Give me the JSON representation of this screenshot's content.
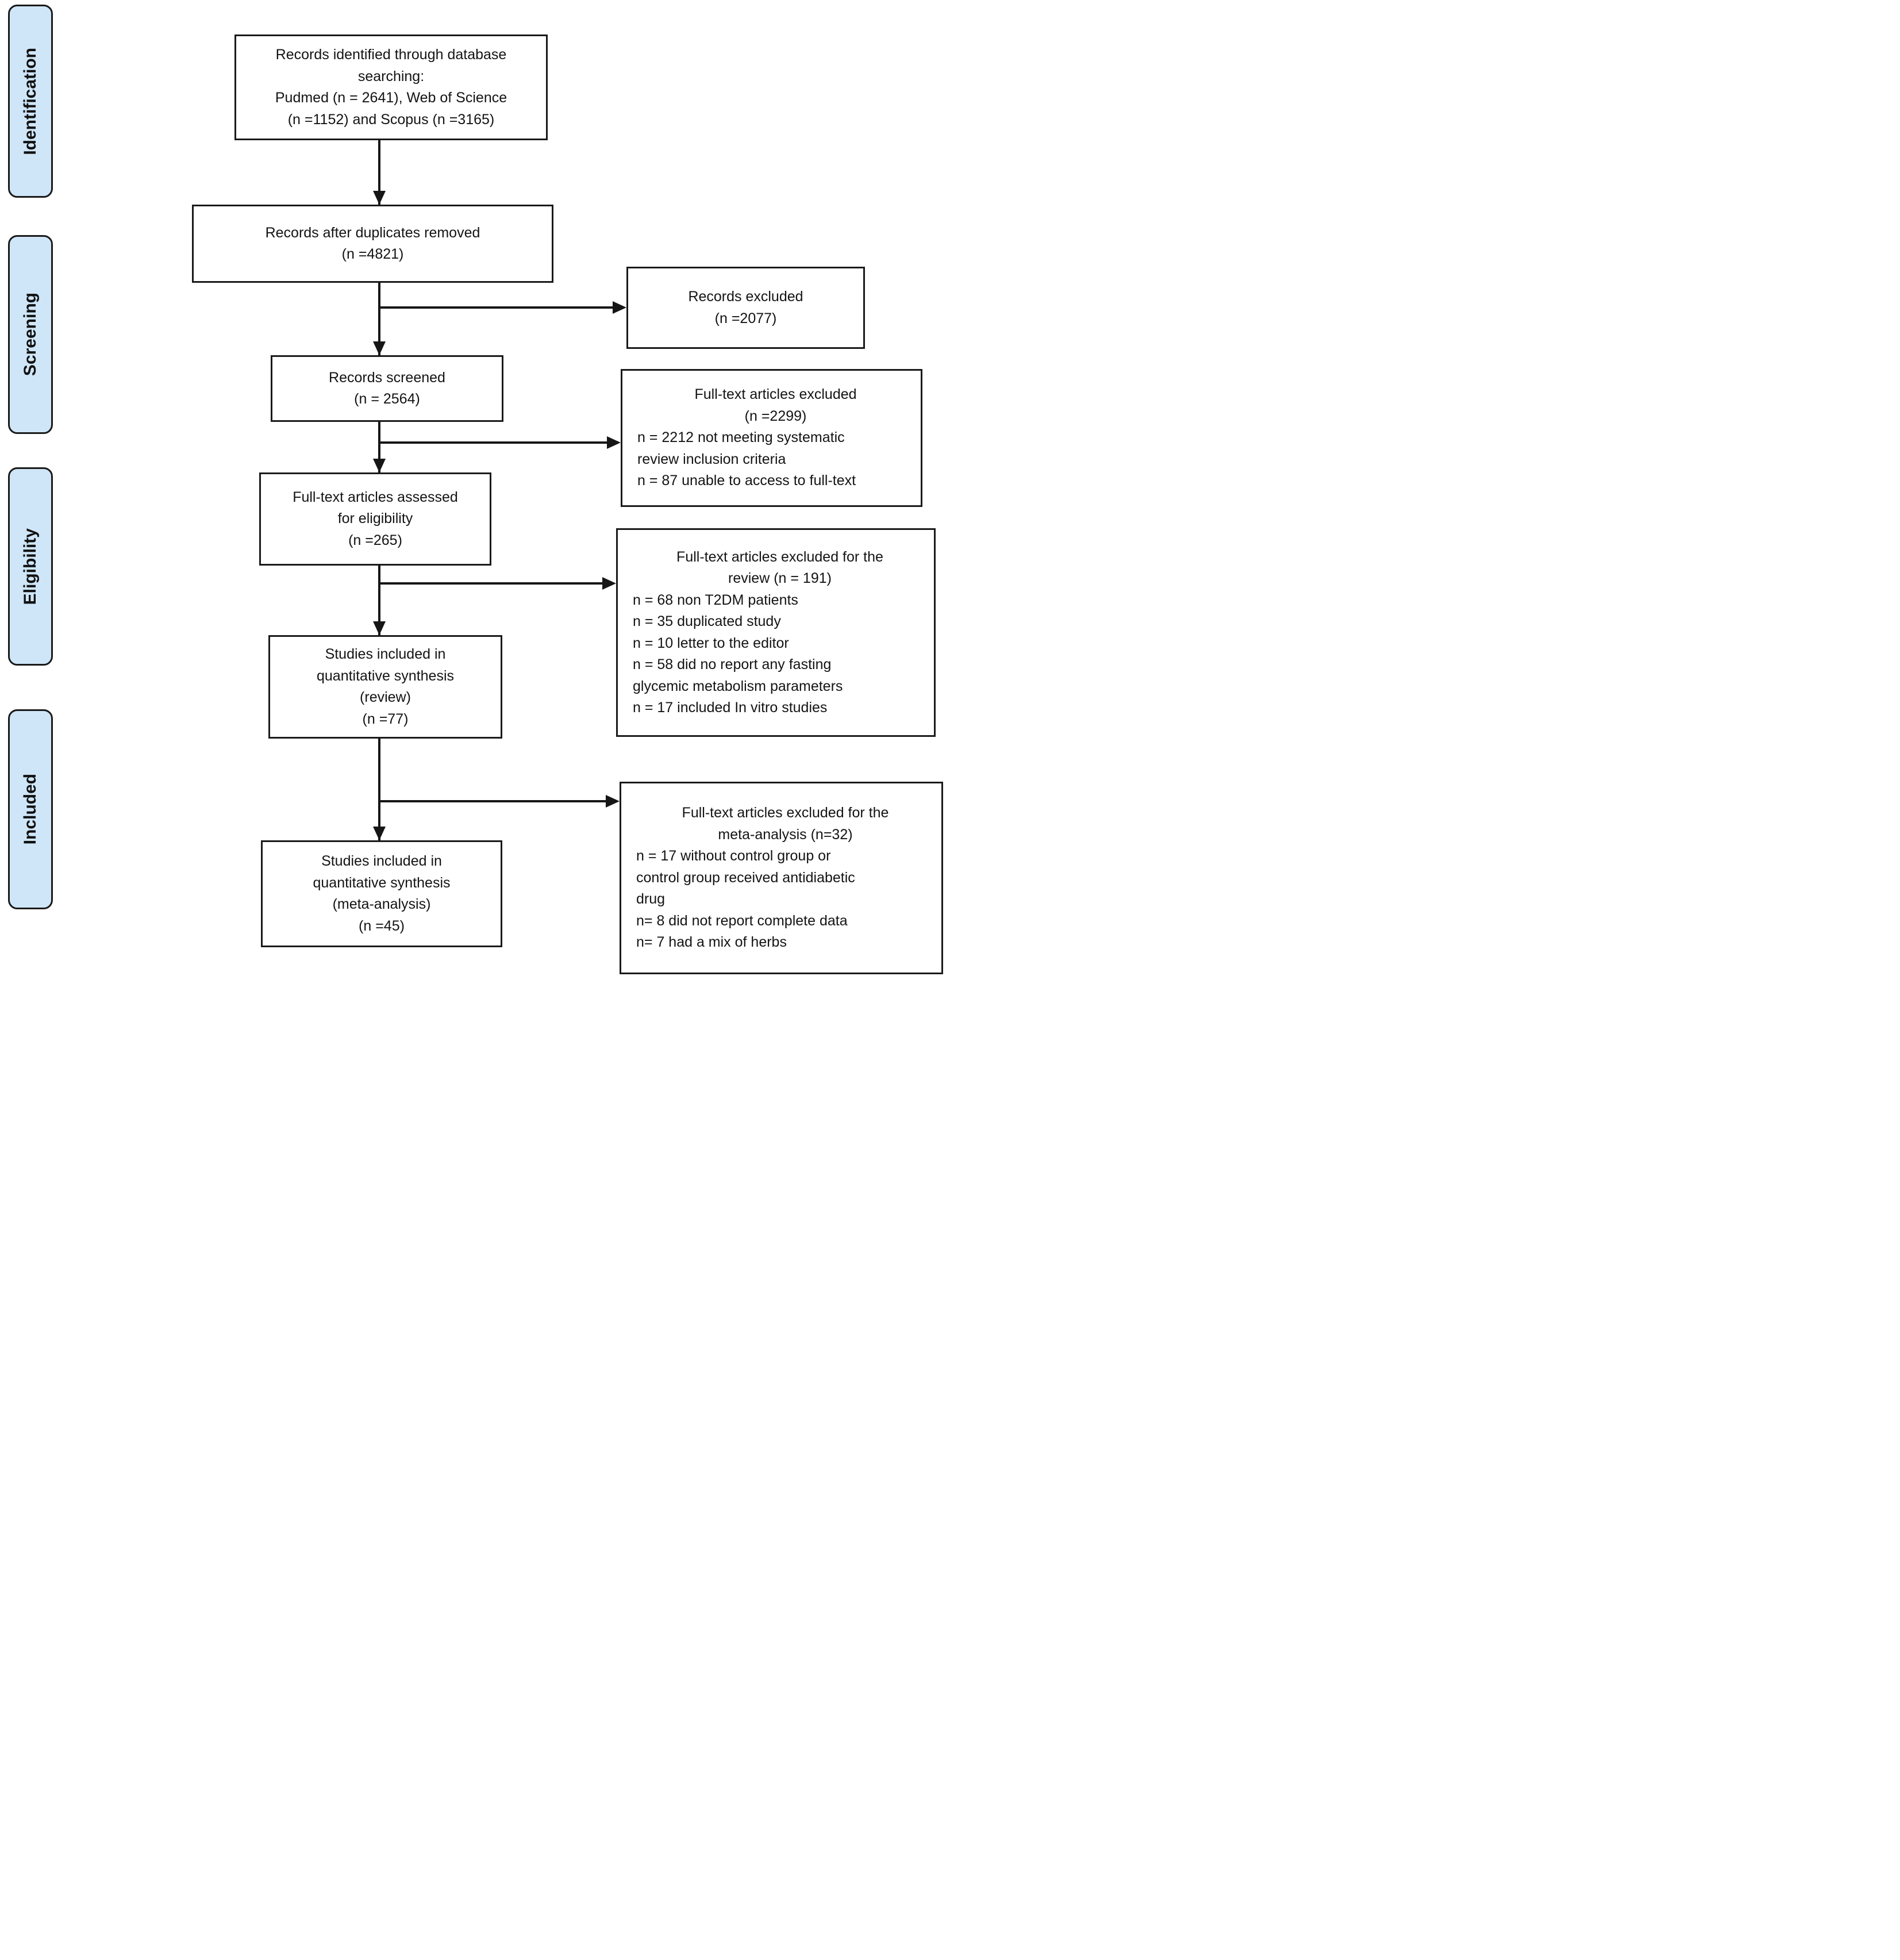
{
  "stages": [
    {
      "label": "Identification"
    },
    {
      "label": "Screening"
    },
    {
      "label": "Eligibility"
    },
    {
      "label": "Included"
    }
  ],
  "main_boxes": [
    {
      "id": "records-identified",
      "lines": [
        "Records identified through database",
        "searching:",
        "Pudmed (n = 2641), Web of Science",
        "(n =1152) and Scopus (n =3165)"
      ]
    },
    {
      "id": "duplicates-removed",
      "lines": [
        "Records after duplicates removed",
        "(n =4821)"
      ]
    },
    {
      "id": "records-screened",
      "lines": [
        "Records screened",
        "(n = 2564)"
      ]
    },
    {
      "id": "fulltext-assessed",
      "lines": [
        "Full-text articles assessed",
        "for eligibility",
        "(n =265)"
      ]
    },
    {
      "id": "included-review",
      "lines": [
        "Studies included in",
        "quantitative synthesis",
        "(review)",
        "(n =77)"
      ]
    },
    {
      "id": "included-meta-analysis",
      "lines": [
        "Studies included in",
        "quantitative synthesis",
        "(meta-analysis)",
        "(n =45)"
      ]
    }
  ],
  "side_boxes": [
    {
      "id": "records-excluded",
      "title_lines": [
        "Records excluded",
        "(n =2077)"
      ],
      "items": []
    },
    {
      "id": "fulltext-excluded",
      "title_lines": [
        "Full-text articles excluded",
        "(n =2299)"
      ],
      "items": [
        "n = 2212 not meeting systematic review inclusion criteria",
        "n = 87 unable to access to full-text"
      ]
    },
    {
      "id": "excluded-for-review",
      "title_lines": [
        "Full-text articles excluded for the",
        "review (n = 191)"
      ],
      "items": [
        "n = 68 non T2DM patients",
        "n = 35 duplicated study",
        "n = 10 letter to the editor",
        "n = 58 did no report any fasting glycemic metabolism parameters",
        "n = 17 included In vitro studies"
      ]
    },
    {
      "id": "excluded-for-meta-analysis",
      "title_lines": [
        "Full-text articles excluded for the",
        "meta-analysis (n=32)"
      ],
      "items": [
        "n = 17 without control group or control group received antidiabetic drug",
        "n= 8 did not report complete data",
        "n= 7 had a mix of herbs"
      ]
    }
  ],
  "colors": {
    "stage_fill": "#cfe6f8",
    "box_border": "#1a1a1a",
    "arrow": "#161616",
    "box_fill": "#ffffff",
    "text": "#141414"
  }
}
